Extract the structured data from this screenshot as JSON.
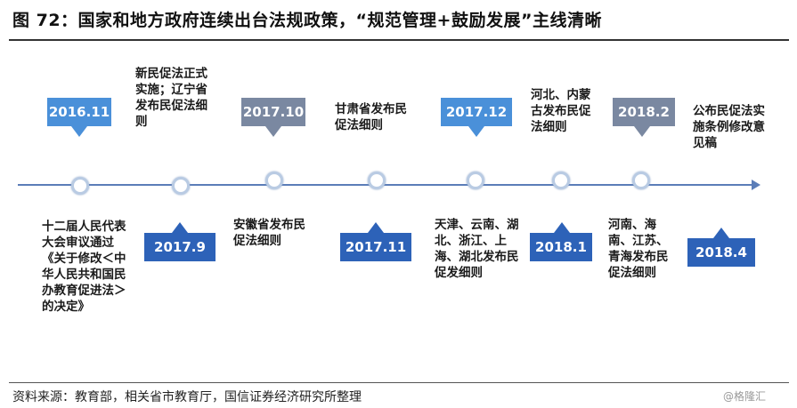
{
  "title": "图 72：国家和地方政府连续出台法规政策，“规范管理+鼓励发展”主线清晰",
  "source": "资料来源：教育部，相关省市教育厅，国信证券经济研究所整理",
  "watermark": "@格隆汇",
  "events": [
    {
      "date": "2016.11",
      "text": "十二届人民代表大会审议通过《关于修改＜中华人民共和国民办教育促进法＞的决定》"
    },
    {
      "date": "2017.9",
      "text": "新民促法正式实施；辽宁省发布民促法细则"
    },
    {
      "date": "2017.10",
      "text": "安徽省发布民促法细则"
    },
    {
      "date": "2017.11",
      "text": "甘肃省发布民促法细则"
    },
    {
      "date": "2017.12",
      "text": "天津、云南、湖北、浙江、上海、湖北发布民促发细则"
    },
    {
      "date": "2018.1",
      "text": "河北、内蒙古发布民促法细则"
    },
    {
      "date": "2018.2",
      "text": "河南、海南、江苏、青海发布民促法细则"
    },
    {
      "date": "2018.4",
      "text": "公布民促法实施条例修改意见稿"
    }
  ],
  "colors": {
    "light_box": "#4a90d9",
    "gray_box": "#7a88a1",
    "dark_box": "#2d62b8",
    "timeline": "#5b7db8"
  }
}
